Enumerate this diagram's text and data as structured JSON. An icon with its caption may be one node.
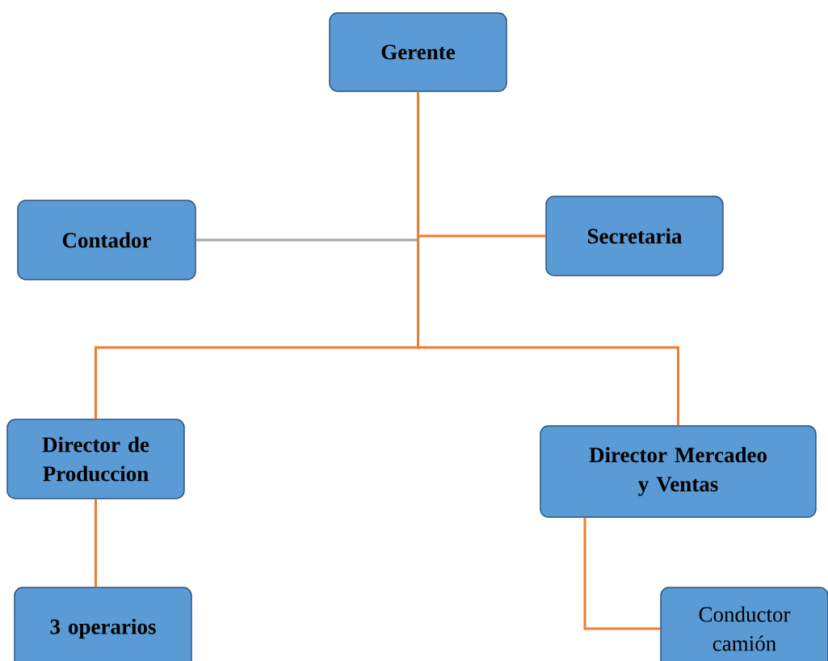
{
  "diagram": {
    "nodes": [
      {
        "text": [
          "Gerente"
        ]
      },
      {
        "text": [
          "Contador"
        ]
      },
      {
        "text": [
          "Secretaria"
        ]
      },
      {
        "text": [
          "Director de Produccion"
        ]
      },
      {
        "text": [
          "Director Mercadeo y Ventas"
        ]
      },
      {
        "text": [
          "3 operarios"
        ]
      },
      {
        "text": [
          "Conductor camión"
        ]
      }
    ],
    "edges": [
      {
        "from": 0,
        "to": 1,
        "arrow": "none",
        "color": "#a5a5a5"
      },
      {
        "from": 0,
        "to": 2,
        "arrow": "none"
      },
      {
        "from": 0,
        "to": 3,
        "arrow": "none"
      },
      {
        "from": 0,
        "to": 4,
        "arrow": "none"
      },
      {
        "from": 3,
        "to": 5,
        "arrow": "none"
      },
      {
        "from": 4,
        "to": 6,
        "arrow": "none"
      }
    ]
  }
}
